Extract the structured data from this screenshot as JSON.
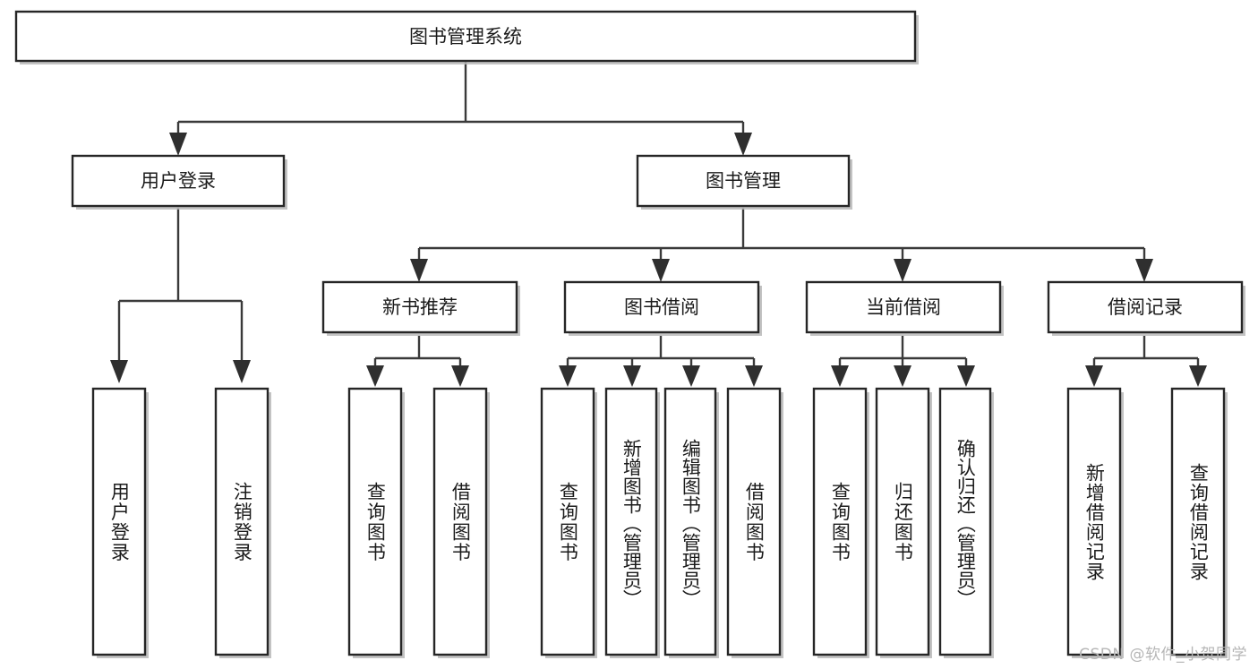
{
  "diagram": {
    "title": "图书管理系统",
    "type": "tree",
    "watermark": "CSDN @软件_小贺同学",
    "colors": {
      "box_fill": "#ffffff",
      "box_stroke": "#262626",
      "edge": "#3a3a3a",
      "arrow": "#2f2f2f",
      "text": "#1b1b1b",
      "watermark": "#b6b6b6",
      "background": "#ffffff"
    },
    "root": {
      "id": "root",
      "label": "图书管理系统",
      "orientation": "horizontal"
    },
    "level1": [
      {
        "id": "n-user-login",
        "label": "用户登录",
        "orientation": "horizontal"
      },
      {
        "id": "n-book-manage",
        "label": "图书管理",
        "orientation": "horizontal"
      }
    ],
    "level2": [
      {
        "id": "n-new-book-rec",
        "label": "新书推荐",
        "parent": "n-book-manage",
        "orientation": "horizontal"
      },
      {
        "id": "n-book-borrow",
        "label": "图书借阅",
        "parent": "n-book-manage",
        "orientation": "horizontal"
      },
      {
        "id": "n-current-borrow",
        "label": "当前借阅",
        "parent": "n-book-manage",
        "orientation": "horizontal"
      },
      {
        "id": "n-borrow-record",
        "label": "借阅记录",
        "parent": "n-book-manage",
        "orientation": "horizontal"
      }
    ],
    "leaves": [
      {
        "id": "leaf-user-login",
        "label": "用户登录",
        "parent": "n-user-login",
        "orientation": "vertical"
      },
      {
        "id": "leaf-logout",
        "label": "注销登录",
        "parent": "n-user-login",
        "orientation": "vertical"
      },
      {
        "id": "leaf-query-book-1",
        "label": "查询图书",
        "parent": "n-new-book-rec",
        "orientation": "vertical"
      },
      {
        "id": "leaf-borrow-book-1",
        "label": "借阅图书",
        "parent": "n-new-book-rec",
        "orientation": "vertical"
      },
      {
        "id": "leaf-query-book-2",
        "label": "查询图书",
        "parent": "n-book-borrow",
        "orientation": "vertical"
      },
      {
        "id": "leaf-add-book",
        "label": "新增图书（管理员）",
        "parent": "n-book-borrow",
        "orientation": "vertical"
      },
      {
        "id": "leaf-edit-book",
        "label": "编辑图书（管理员）",
        "parent": "n-book-borrow",
        "orientation": "vertical"
      },
      {
        "id": "leaf-borrow-book-2",
        "label": "借阅图书",
        "parent": "n-book-borrow",
        "orientation": "vertical"
      },
      {
        "id": "leaf-query-book-3",
        "label": "查询图书",
        "parent": "n-current-borrow",
        "orientation": "vertical"
      },
      {
        "id": "leaf-return-book",
        "label": "归还图书",
        "parent": "n-current-borrow",
        "orientation": "vertical"
      },
      {
        "id": "leaf-confirm-return",
        "label": "确认归还（管理员）",
        "parent": "n-current-borrow",
        "orientation": "vertical"
      },
      {
        "id": "leaf-add-record",
        "label": "新增借阅记录",
        "parent": "n-borrow-record",
        "orientation": "vertical"
      },
      {
        "id": "leaf-query-record",
        "label": "查询借阅记录",
        "parent": "n-borrow-record",
        "orientation": "vertical"
      }
    ]
  }
}
